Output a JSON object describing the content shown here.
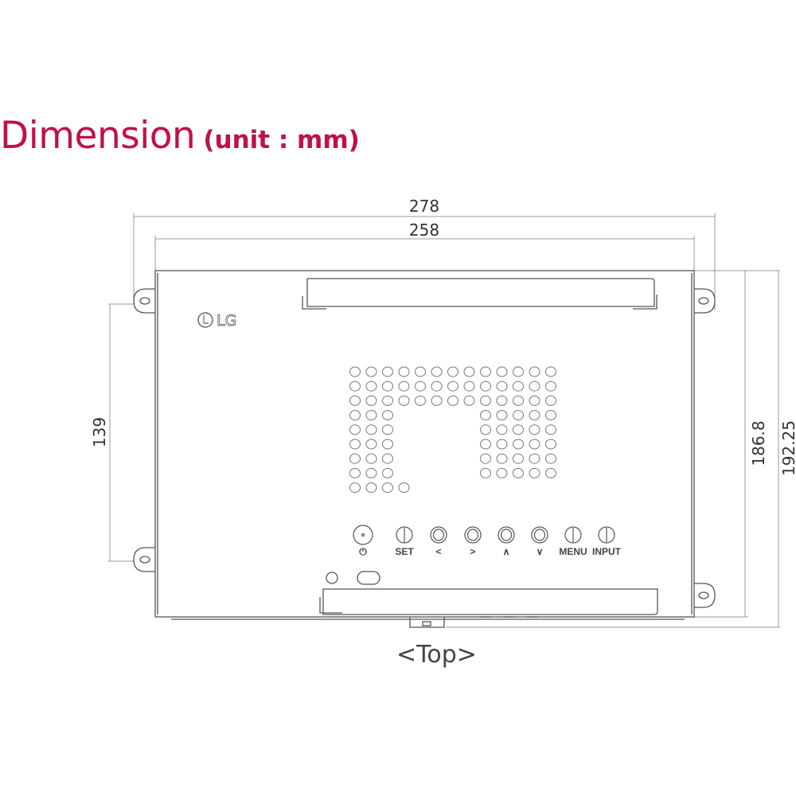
{
  "title": {
    "main": "Dimension",
    "unit": "(unit : mm)"
  },
  "dimensions": {
    "overall_width": "278",
    "body_width": "258",
    "mount_hole_spacing_vertical": "139",
    "body_height": "186.8",
    "overall_height": "192.25"
  },
  "logo": {
    "text": "LG"
  },
  "buttons": [
    {
      "icon": "power-icon",
      "label": "⏻"
    },
    {
      "icon": "set-button",
      "label": "SET"
    },
    {
      "icon": "left-button",
      "label": "<"
    },
    {
      "icon": "right-button",
      "label": ">"
    },
    {
      "icon": "up-button",
      "label": "∧"
    },
    {
      "icon": "down-button",
      "label": "∨"
    },
    {
      "icon": "menu-button",
      "label": "MENU"
    },
    {
      "icon": "input-button",
      "label": "INPUT"
    }
  ],
  "view_label": "<Top>",
  "colors": {
    "title": "#c0104a",
    "line": "#555555",
    "dim_line": "#999999"
  }
}
